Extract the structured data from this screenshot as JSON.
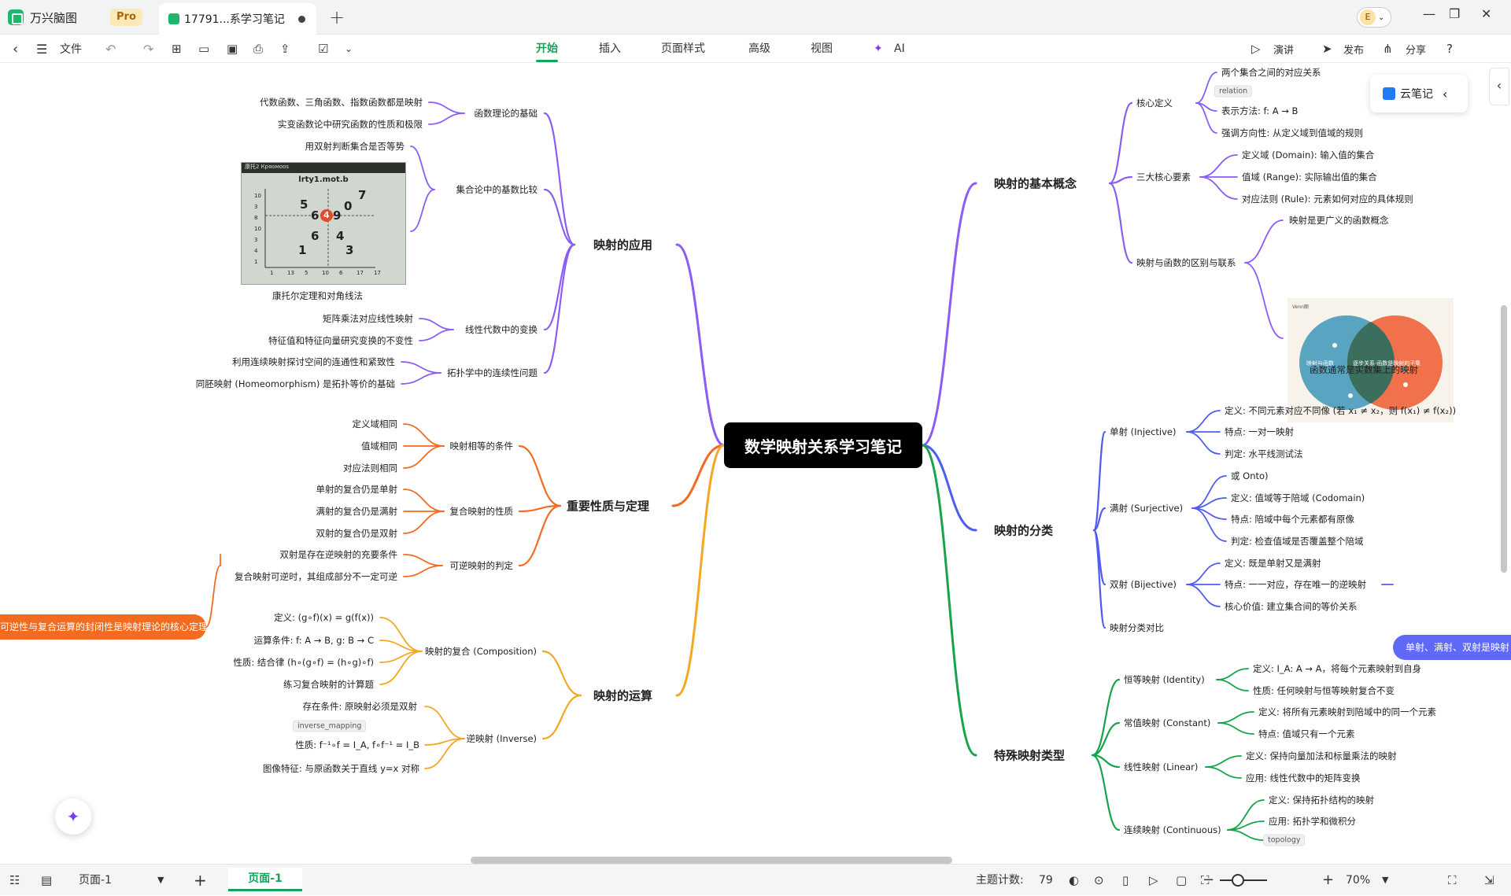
{
  "app": {
    "name": "万兴脑图",
    "pro_badge": "Pro",
    "tab_title": "17791...系学习笔记"
  },
  "avatar": {
    "initial": "E"
  },
  "toolbar": {
    "file_label": "文件",
    "menus": [
      "开始",
      "插入",
      "页面样式",
      "高级",
      "视图",
      "AI"
    ],
    "active_menu": "开始",
    "present_label": "演讲",
    "publish_label": "发布",
    "share_label": "分享"
  },
  "colors": {
    "purple": "#8B5CF6",
    "blue": "#4F5CF0",
    "orange": "#F26B21",
    "amber": "#F5A623",
    "green": "#17A34A",
    "accent": "#12a55b"
  },
  "mindmap": {
    "root": "数学映射关系学习笔记",
    "app_branch": {
      "title": "映射的应用",
      "func": {
        "label": "函数理论的基础",
        "items": [
          "代数函数、三角函数、指数函数都是映射",
          "实变函数论中研究函数的性质和极限"
        ]
      },
      "set": {
        "label": "集合论中的基数比较",
        "items": [
          "用双射判断集合是否等势"
        ],
        "image_caption": "康托尔定理和对角线法",
        "image_title": "lrty1.mot.b",
        "image_top": "康托2 Кряoмоos",
        "numbers": [
          "5",
          "6",
          "9",
          "0",
          "7",
          "4",
          "6",
          "4",
          "1",
          "3"
        ],
        "xticks": [
          "1",
          "13",
          "5",
          "10",
          "6",
          "17",
          "17"
        ],
        "yticks": [
          "10",
          "3",
          "8",
          "10",
          "3",
          "4",
          "1"
        ]
      },
      "linear": {
        "label": "线性代数中的变换",
        "items": [
          "矩阵乘法对应线性映射",
          "特征值和特征向量研究变换的不变性"
        ]
      },
      "topo": {
        "label": "拓扑学中的连续性问题",
        "items": [
          "利用连续映射探讨空间的连通性和紧致性",
          "同胚映射 (Homeomorphism) 是拓扑等价的基础"
        ]
      }
    },
    "props_branch": {
      "title": "重要性质与定理",
      "eq": {
        "label": "映射相等的条件",
        "items": [
          "定义域相同",
          "值域相同",
          "对应法则相同"
        ]
      },
      "comp": {
        "label": "复合映射的性质",
        "items": [
          "单射的复合仍是单射",
          "满射的复合仍是满射",
          "双射的复合仍是双射"
        ]
      },
      "inv": {
        "label": "可逆映射的判定",
        "items": [
          "双射是存在逆映射的充要条件",
          "复合映射可逆时，其组成部分不一定可逆"
        ]
      },
      "callout": "可逆性与复合运算的封闭性是映射理论的核心定理"
    },
    "ops_branch": {
      "title": "映射的运算",
      "compose": {
        "label": "映射的复合 (Composition)",
        "items": [
          "定义: (g∘f)(x) = g(f(x))",
          "运算条件: f: A → B, g: B → C",
          "性质: 结合律 (h∘(g∘f) = (h∘g)∘f)",
          "练习复合映射的计算题"
        ]
      },
      "inverse": {
        "label": "逆映射 (Inverse)",
        "items": [
          "存在条件: 原映射必须是双射",
          "性质: f⁻¹∘f = I_A, f∘f⁻¹ = I_B",
          "图像特征: 与原函数关于直线 y=x 对称"
        ],
        "tag": "inverse_mapping"
      }
    },
    "basic_branch": {
      "title": "映射的基本概念",
      "core": {
        "label": "核心定义",
        "items": [
          "两个集合之间的对应关系",
          "表示方法: f: A → B",
          "强调方向性: 从定义域到值域的规则"
        ],
        "tag": "relation"
      },
      "elements": {
        "label": "三大核心要素",
        "items": [
          "定义域 (Domain): 输入值的集合",
          "值域 (Range): 实际输出值的集合",
          "对应法则 (Rule): 元素如何对应的具体规则"
        ]
      },
      "diff": {
        "label": "映射与函数的区别与联系",
        "items": [
          "映射是更广义的函数概念",
          "函数通常是实数集上的映射"
        ],
        "venn_title": "Venn图",
        "venn_left": "映射与函数",
        "venn_mid": "逐步关系·函数是映射的子集"
      }
    },
    "class_branch": {
      "title": "映射的分类",
      "inj": {
        "label": "单射 (Injective)",
        "items": [
          "定义: 不同元素对应不同像 (若 x₁ ≠ x₂，则 f(x₁) ≠ f(x₂))",
          "特点: 一对一映射",
          "判定: 水平线测试法"
        ]
      },
      "sur": {
        "label": "满射 (Surjective)",
        "items": [
          "或 Onto)",
          "定义: 值域等于陪域 (Codomain)",
          "特点: 陪域中每个元素都有原像",
          "判定: 检查值域是否覆盖整个陪域"
        ]
      },
      "bij": {
        "label": "双射 (Bijective)",
        "items": [
          "定义: 既是单射又是满射",
          "特点: 一一对应，存在唯一的逆映射",
          "核心价值: 建立集合间的等价关系"
        ]
      },
      "compare": {
        "label": "映射分类对比"
      },
      "callout": "单射、满射、双射是映射"
    },
    "special_branch": {
      "title": "特殊映射类型",
      "id": {
        "label": "恒等映射 (Identity)",
        "items": [
          "定义: I_A: A → A，将每个元素映射到自身",
          "性质: 任何映射与恒等映射复合不变"
        ]
      },
      "const": {
        "label": "常值映射 (Constant)",
        "items": [
          "定义: 将所有元素映射到陪域中的同一个元素",
          "特点: 值域只有一个元素"
        ]
      },
      "lin": {
        "label": "线性映射 (Linear)",
        "items": [
          "定义: 保持向量加法和标量乘法的映射",
          "应用: 线性代数中的矩阵变换"
        ]
      },
      "cont": {
        "label": "连续映射 (Continuous)",
        "items": [
          "定义: 保持拓扑结构的映射",
          "应用: 拓扑学和微积分"
        ],
        "tag": "topology"
      }
    }
  },
  "side": {
    "cloud_label": "云笔记"
  },
  "statusbar": {
    "page_select": "页面-1",
    "page_tab": "页面-1",
    "topic_label": "主题计数:",
    "topic_count": "79",
    "zoom": "70%"
  }
}
